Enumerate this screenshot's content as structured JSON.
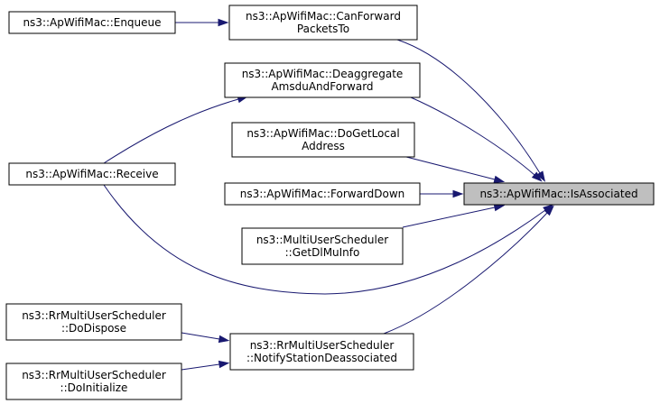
{
  "graph": {
    "focus": "isassociated",
    "nodes": [
      {
        "id": "isassociated",
        "lines": [
          "ns3::ApWifiMac::IsAssociated"
        ]
      },
      {
        "id": "enqueue",
        "lines": [
          "ns3::ApWifiMac::Enqueue"
        ]
      },
      {
        "id": "canforward",
        "lines": [
          "ns3::ApWifiMac::CanForward",
          "PacketsTo"
        ]
      },
      {
        "id": "deaggregate",
        "lines": [
          "ns3::ApWifiMac::Deaggregate",
          "AmsduAndForward"
        ]
      },
      {
        "id": "dogetlocal",
        "lines": [
          "ns3::ApWifiMac::DoGetLocal",
          "Address"
        ]
      },
      {
        "id": "receive",
        "lines": [
          "ns3::ApWifiMac::Receive"
        ]
      },
      {
        "id": "forwarddown",
        "lines": [
          "ns3::ApWifiMac::ForwardDown"
        ]
      },
      {
        "id": "getdlmuinfo",
        "lines": [
          "ns3::MultiUserScheduler",
          "::GetDlMuInfo"
        ]
      },
      {
        "id": "dodispose",
        "lines": [
          "ns3::RrMultiUserScheduler",
          "::DoDispose"
        ]
      },
      {
        "id": "notifystation",
        "lines": [
          "ns3::RrMultiUserScheduler",
          "::NotifyStationDeassociated"
        ]
      },
      {
        "id": "doinitialize",
        "lines": [
          "ns3::RrMultiUserScheduler",
          "::DoInitialize"
        ]
      }
    ],
    "edges": [
      {
        "from": "canforward",
        "to": "isassociated"
      },
      {
        "from": "enqueue",
        "to": "canforward"
      },
      {
        "from": "deaggregate",
        "to": "isassociated"
      },
      {
        "from": "receive",
        "to": "deaggregate"
      },
      {
        "from": "dogetlocal",
        "to": "isassociated"
      },
      {
        "from": "receive",
        "to": "isassociated"
      },
      {
        "from": "forwarddown",
        "to": "isassociated"
      },
      {
        "from": "getdlmuinfo",
        "to": "isassociated"
      },
      {
        "from": "notifystation",
        "to": "isassociated"
      },
      {
        "from": "dodispose",
        "to": "notifystation"
      },
      {
        "from": "doinitialize",
        "to": "notifystation"
      }
    ]
  }
}
